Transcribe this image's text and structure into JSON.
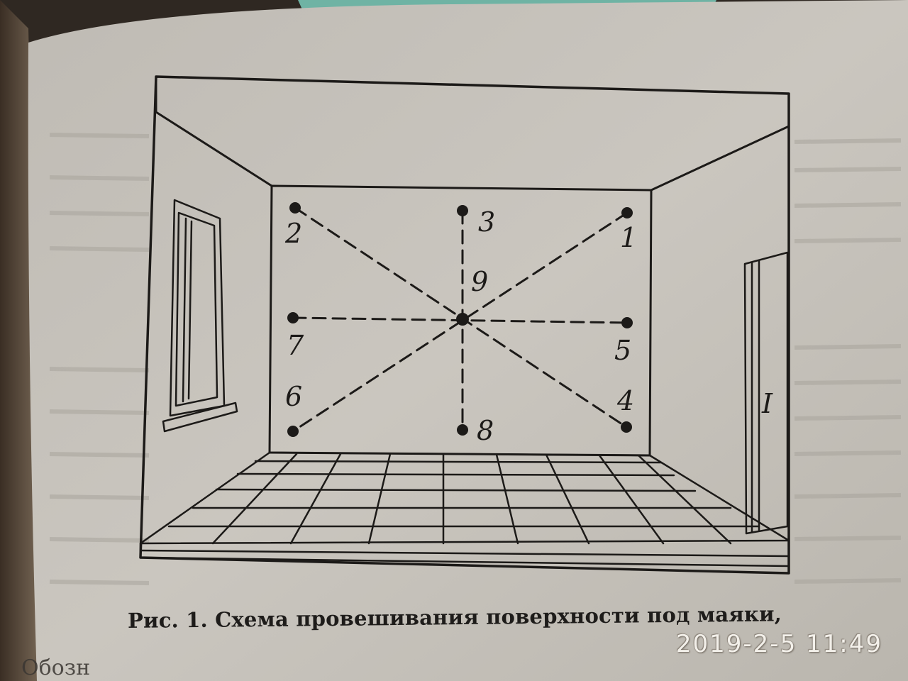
{
  "caption": "Рис. 1. Схема провешивания поверхности под маяки,",
  "timestamp": "2019-2-5 11:49",
  "bottom_fragment": "Обозн",
  "points": [
    {
      "label": "1"
    },
    {
      "label": "2"
    },
    {
      "label": "3"
    },
    {
      "label": "4"
    },
    {
      "label": "5"
    },
    {
      "label": "6"
    },
    {
      "label": "7"
    },
    {
      "label": "8"
    },
    {
      "label": "9"
    }
  ],
  "door_mark": "I",
  "colors": {
    "paper": "#c9c5be",
    "ink": "#1c1a18",
    "timestamp": "#f3f0ea"
  }
}
